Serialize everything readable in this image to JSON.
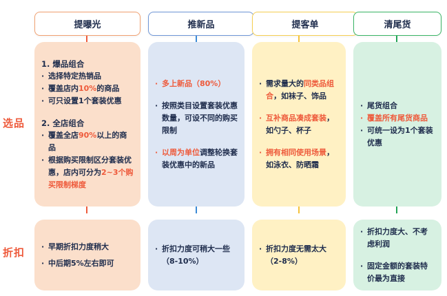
{
  "row_labels": {
    "selection": "选品",
    "discount": "折扣"
  },
  "colors": {
    "orange": {
      "border": "#f0a070",
      "fill": "#fbdfcb",
      "line": "#ee5a3b"
    },
    "blue": {
      "border": "#6e95d6",
      "fill": "#dde6f4",
      "line": "#3a8ad6"
    },
    "yellow": {
      "border": "#f5cf52",
      "fill": "#fff1c4",
      "line": "#f5c23a"
    },
    "green": {
      "border": "#38b464",
      "fill": "#d7f1e2",
      "line": "#21a355"
    },
    "highlight": "#ee5a3b",
    "text": "#1f2d4d"
  },
  "columns": [
    {
      "title": "提曝光",
      "selection": {
        "group1_title": "1. 爆品组合",
        "g1_i1": "选择特定热销品",
        "g1_i2_a": "覆盖店内",
        "g1_i2_hl": "10%",
        "g1_i2_b": "的商品",
        "g1_i3": "可只设置1个套装优惠",
        "group2_title": "2. 全店组合",
        "g2_i1_a": "覆盖全店",
        "g2_i1_hl": "90%",
        "g2_i1_b": "以上的商品",
        "g2_i2_a": "根据购买限制区分套装优惠，店内可分为",
        "g2_i2_hl": "2~3个购买限制梯度"
      },
      "discount": {
        "i1": "早期折扣力度稍大",
        "i2": "中后期5%左右即可"
      }
    },
    {
      "title": "推新品",
      "selection": {
        "i1_hl": "多上新品（80%）",
        "i2": "按照类目设置套装优惠数量，可设不同的购买限制",
        "i3_hl": "以周为单位",
        "i3_b": "调整轮换套装优惠中的新品"
      },
      "discount": {
        "i1": "折扣力度可稍大一些（8-10%）"
      }
    },
    {
      "title": "提客单",
      "selection": {
        "i1_a": "需求量大的",
        "i1_hl": "同类品组合",
        "i1_b": "，如袜子、饰品",
        "i2_hl": "互补商品凑成套装",
        "i2_b": "，如勺子、杯子",
        "i3_hl": "拥有相同使用场景",
        "i3_b": "，如泳衣、防晒霜"
      },
      "discount": {
        "i1": "折扣力度无需太大（2-8%）"
      }
    },
    {
      "title": "清尾货",
      "selection": {
        "i1": "尾货组合",
        "i2_hl": "覆盖所有尾货商品",
        "i3": "可统一设为1个套装优惠"
      },
      "discount": {
        "i1": "折扣力度大、不考虑利润",
        "i2": "固定金额的套装特价最为直接"
      }
    }
  ],
  "bullet": "·"
}
